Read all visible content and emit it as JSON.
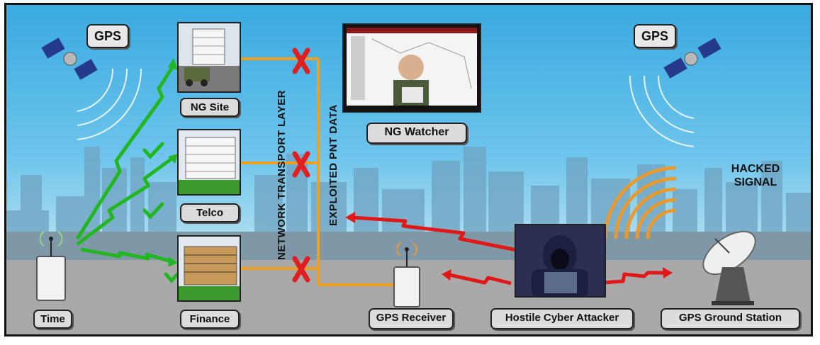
{
  "labels": {
    "gps_left": "GPS",
    "gps_right": "GPS",
    "ng_site": "NG Site",
    "telco": "Telco",
    "finance": "Finance",
    "time": "Time",
    "ng_watcher": "NG Watcher",
    "gps_receiver": "GPS Receiver",
    "hostile_attacker": "Hostile Cyber Attacker",
    "gps_ground_station": "GPS Ground Station",
    "network_transport_layer": "NETWORK TRANSPORT LAYER",
    "exploited_pnt_data": "EXPLOITED PNT DATA",
    "hacked_signal_line1": "HACKED",
    "hacked_signal_line2": "SIGNAL"
  },
  "colors": {
    "good_signal": "#22b722",
    "hacked_signal": "#e01818",
    "transport_line": "#f0a020",
    "blocked_mark": "#e02020",
    "ground_station_waves": "#e89a30"
  },
  "icons": [
    "satellite-icon",
    "checkmark-icon",
    "x-mark-icon",
    "router-icon",
    "satellite-dish-icon",
    "hooded-hacker-icon"
  ]
}
